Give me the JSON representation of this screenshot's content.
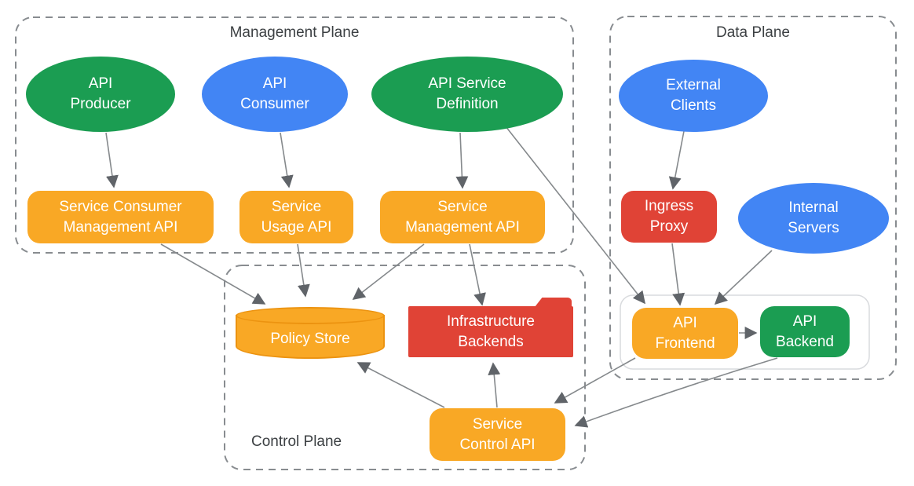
{
  "diagram": {
    "title": "API service infrastructure planes diagram",
    "containers": [
      {
        "id": "management-plane",
        "label": "Management Plane"
      },
      {
        "id": "data-plane",
        "label": "Data Plane"
      },
      {
        "id": "control-plane",
        "label": "Control Plane"
      }
    ],
    "nodes": [
      {
        "id": "api-producer",
        "shape": "ellipse",
        "color": "green",
        "lines": [
          "API",
          "Producer"
        ]
      },
      {
        "id": "api-consumer",
        "shape": "ellipse",
        "color": "blue",
        "lines": [
          "API",
          "Consumer"
        ]
      },
      {
        "id": "api-service-definition",
        "shape": "ellipse",
        "color": "green",
        "lines": [
          "API Service",
          "Definition"
        ]
      },
      {
        "id": "external-clients",
        "shape": "ellipse",
        "color": "blue",
        "lines": [
          "External",
          "Clients"
        ]
      },
      {
        "id": "internal-servers",
        "shape": "ellipse",
        "color": "blue",
        "lines": [
          "Internal",
          "Servers"
        ]
      },
      {
        "id": "service-consumer-management-api",
        "shape": "rect",
        "color": "orange",
        "lines": [
          "Service Consumer",
          "Management API"
        ]
      },
      {
        "id": "service-usage-api",
        "shape": "rect",
        "color": "orange",
        "lines": [
          "Service",
          "Usage API"
        ]
      },
      {
        "id": "service-management-api",
        "shape": "rect",
        "color": "orange",
        "lines": [
          "Service",
          "Management API"
        ]
      },
      {
        "id": "ingress-proxy",
        "shape": "rect",
        "color": "red",
        "lines": [
          "Ingress",
          "Proxy"
        ]
      },
      {
        "id": "api-frontend",
        "shape": "rect-lg",
        "color": "orange",
        "lines": [
          "API",
          "Frontend"
        ]
      },
      {
        "id": "api-backend",
        "shape": "rect-lg",
        "color": "green",
        "lines": [
          "API",
          "Backend"
        ]
      },
      {
        "id": "service-control-api",
        "shape": "rect",
        "color": "orange",
        "lines": [
          "Service",
          "Control API"
        ]
      },
      {
        "id": "policy-store",
        "shape": "cylinder",
        "color": "orange",
        "lines": [
          "Policy Store"
        ]
      },
      {
        "id": "infrastructure-backends",
        "shape": "folder",
        "color": "red",
        "lines": [
          "Infrastructure",
          "Backends"
        ]
      }
    ],
    "edges": [
      {
        "from": "api-producer",
        "to": "service-consumer-management-api"
      },
      {
        "from": "api-consumer",
        "to": "service-usage-api"
      },
      {
        "from": "api-service-definition",
        "to": "service-management-api"
      },
      {
        "from": "api-service-definition",
        "to": "api-frontend"
      },
      {
        "from": "service-consumer-management-api",
        "to": "policy-store"
      },
      {
        "from": "service-usage-api",
        "to": "policy-store"
      },
      {
        "from": "service-management-api",
        "to": "policy-store"
      },
      {
        "from": "service-management-api",
        "to": "infrastructure-backends"
      },
      {
        "from": "external-clients",
        "to": "ingress-proxy"
      },
      {
        "from": "ingress-proxy",
        "to": "api-frontend"
      },
      {
        "from": "internal-servers",
        "to": "api-frontend"
      },
      {
        "from": "api-frontend",
        "to": "api-backend"
      },
      {
        "from": "api-frontend",
        "to": "service-control-api"
      },
      {
        "from": "api-backend",
        "to": "service-control-api"
      },
      {
        "from": "service-control-api",
        "to": "policy-store"
      },
      {
        "from": "service-control-api",
        "to": "infrastructure-backends"
      }
    ],
    "colors": {
      "green": "#1B9D52",
      "blue": "#4285F4",
      "orange": "#F9A825",
      "red": "#E04336",
      "orange_dark": "#EC9310",
      "arrow_line": "#85898C",
      "arrow_head": "#606469",
      "dashed_border": "#888C90",
      "group_border": "#D9DBDE",
      "label_text": "#3C4043",
      "node_text": "#FFFFFF"
    }
  }
}
